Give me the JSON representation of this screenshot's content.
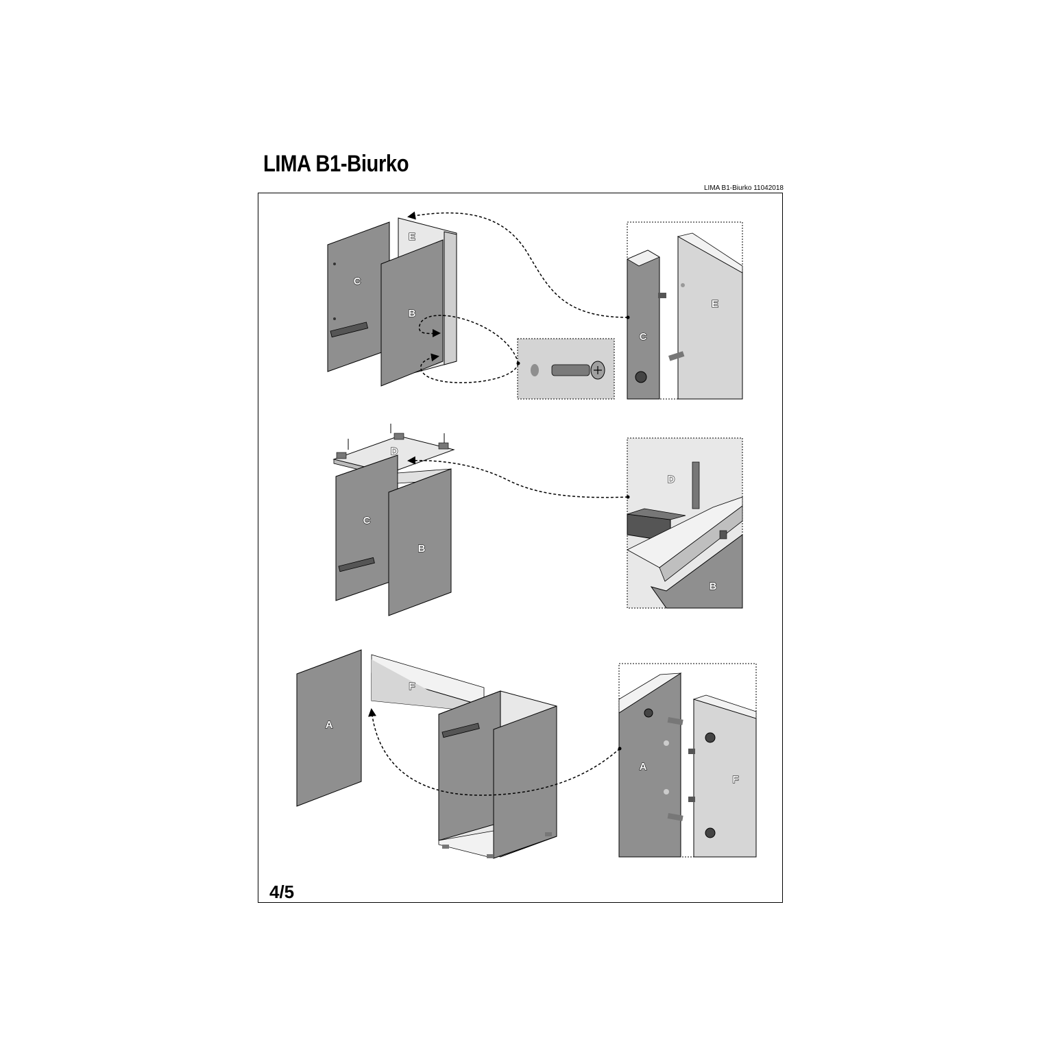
{
  "header": {
    "title": "LIMA  B1-Biurko",
    "document_ref": "LIMA B1-Biurko 11042018"
  },
  "footer": {
    "page_number": "4/5"
  },
  "steps": [
    {
      "labels": {
        "c": "C",
        "e": "E",
        "b": "B",
        "detail_c": "C",
        "detail_e": "E"
      }
    },
    {
      "labels": {
        "d": "D",
        "c": "C",
        "b": "B",
        "detail_d": "D",
        "detail_b": "B"
      }
    },
    {
      "labels": {
        "a": "A",
        "f": "F",
        "detail_a": "A",
        "detail_f": "F"
      }
    }
  ],
  "colors": {
    "panel_dark": "#8f8f8f",
    "panel_light": "#d6d6d6",
    "edge_white": "#f2f2f2",
    "detail_bg": "#d4d4d4",
    "line": "#000000"
  }
}
